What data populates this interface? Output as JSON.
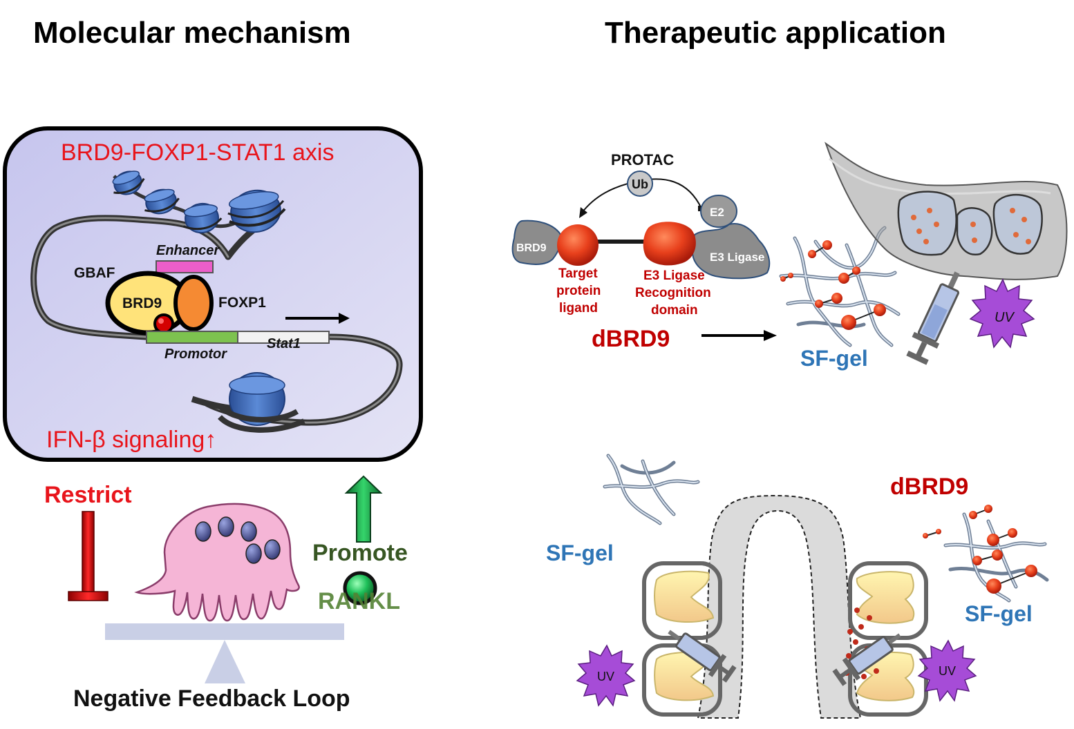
{
  "titles": {
    "left": "Molecular mechanism",
    "right": "Therapeutic application"
  },
  "mechanism": {
    "axis_title": "BRD9-FOXP1-STAT1 axis",
    "enhancer": "Enhancer",
    "gbaf": "GBAF",
    "brd9": "BRD9",
    "foxp1": "FOXP1",
    "promotor": "Promotor",
    "stat1": "Stat1",
    "ifn": "IFN-β signaling↑"
  },
  "balance": {
    "restrict": "Restrict",
    "promote": "Promote",
    "rankl": "RANKL",
    "loop": "Negative Feedback Loop"
  },
  "protac": {
    "title": "PROTAC",
    "ub": "Ub",
    "e2": "E2",
    "brd9": "BRD9",
    "e3_ligase": "E3 Ligase",
    "ligand_line1": "Target",
    "ligand_line2": "protein",
    "ligand_line3": "ligand",
    "recog_line1": "E3 Ligase",
    "recog_line2": "Recognition",
    "recog_line3": "domain",
    "drug": "dBRD9",
    "gel": "SF-gel",
    "uv": "UV"
  },
  "joint": {
    "gel_left": "SF-gel",
    "gel_right": "SF-gel",
    "drug": "dBRD9",
    "uv_left": "UV",
    "uv_right": "UV"
  },
  "colors": {
    "red_label": "#e8141b",
    "dark_red": "#c00000",
    "green": "#375623",
    "rankl_green": "#548235",
    "gel_blue": "#2e75b6",
    "panel_fill": "#c9c8ec",
    "nucleosome": "#3d6bbd",
    "brd9_yellow": "#ffe37a",
    "foxp1_orange": "#f58a33",
    "uv_purple": "#a64cd7"
  }
}
